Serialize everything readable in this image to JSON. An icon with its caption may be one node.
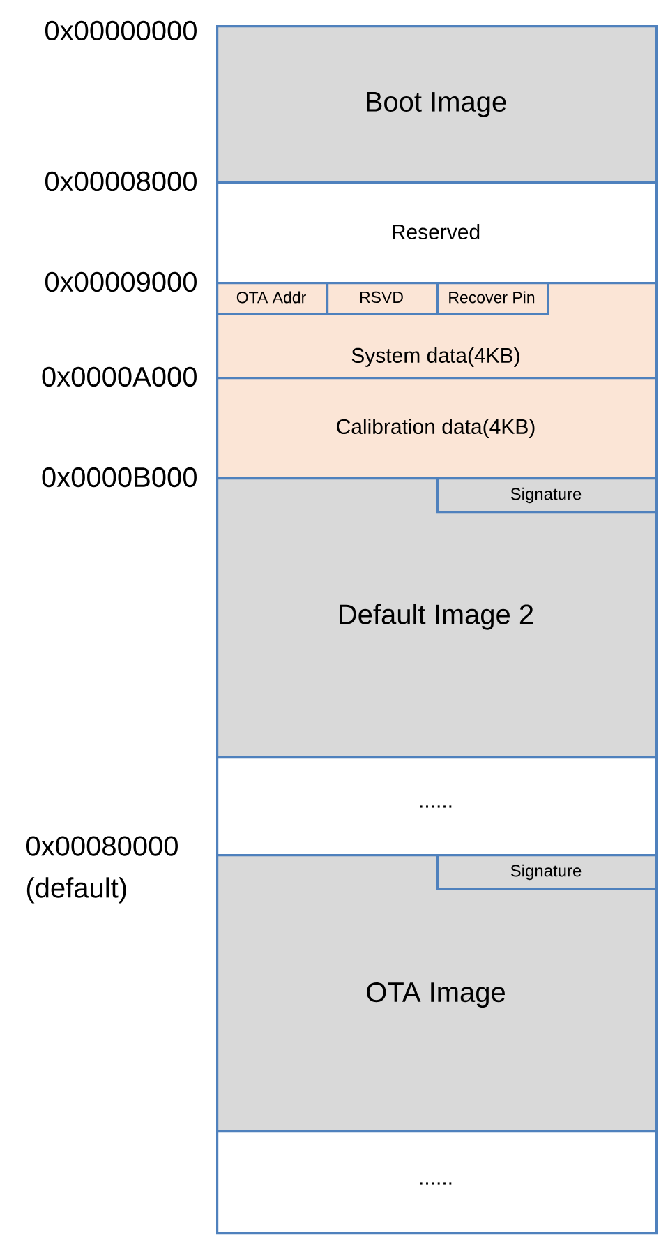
{
  "diagram": {
    "nodes": [
      {
        "text": [
          "Boot Image"
        ]
      },
      {
        "text": [
          "Reserved"
        ]
      },
      {
        "text": [
          "System data(4KB)"
        ]
      },
      {
        "text": [
          "OTA Addr"
        ],
        "in": 2
      },
      {
        "text": [
          "RSVD"
        ],
        "in": 2
      },
      {
        "text": [
          "Recover Pin"
        ],
        "in": 2
      },
      {
        "text": [
          "Calibration data(4KB)"
        ]
      },
      {
        "text": [
          "Default Image 2"
        ]
      },
      {
        "text": [
          "Signature"
        ],
        "in": 7
      },
      {
        "text": [
          "......"
        ]
      },
      {
        "text": [
          "OTA Image"
        ]
      },
      {
        "text": [
          "Signature"
        ],
        "in": 10
      },
      {
        "text": [
          "......"
        ]
      }
    ],
    "labels": [
      "0x00000000",
      "0x00008000",
      "0x00009000",
      "0x0000A000",
      "0x0000B000",
      "0x00080000 (default)"
    ]
  }
}
